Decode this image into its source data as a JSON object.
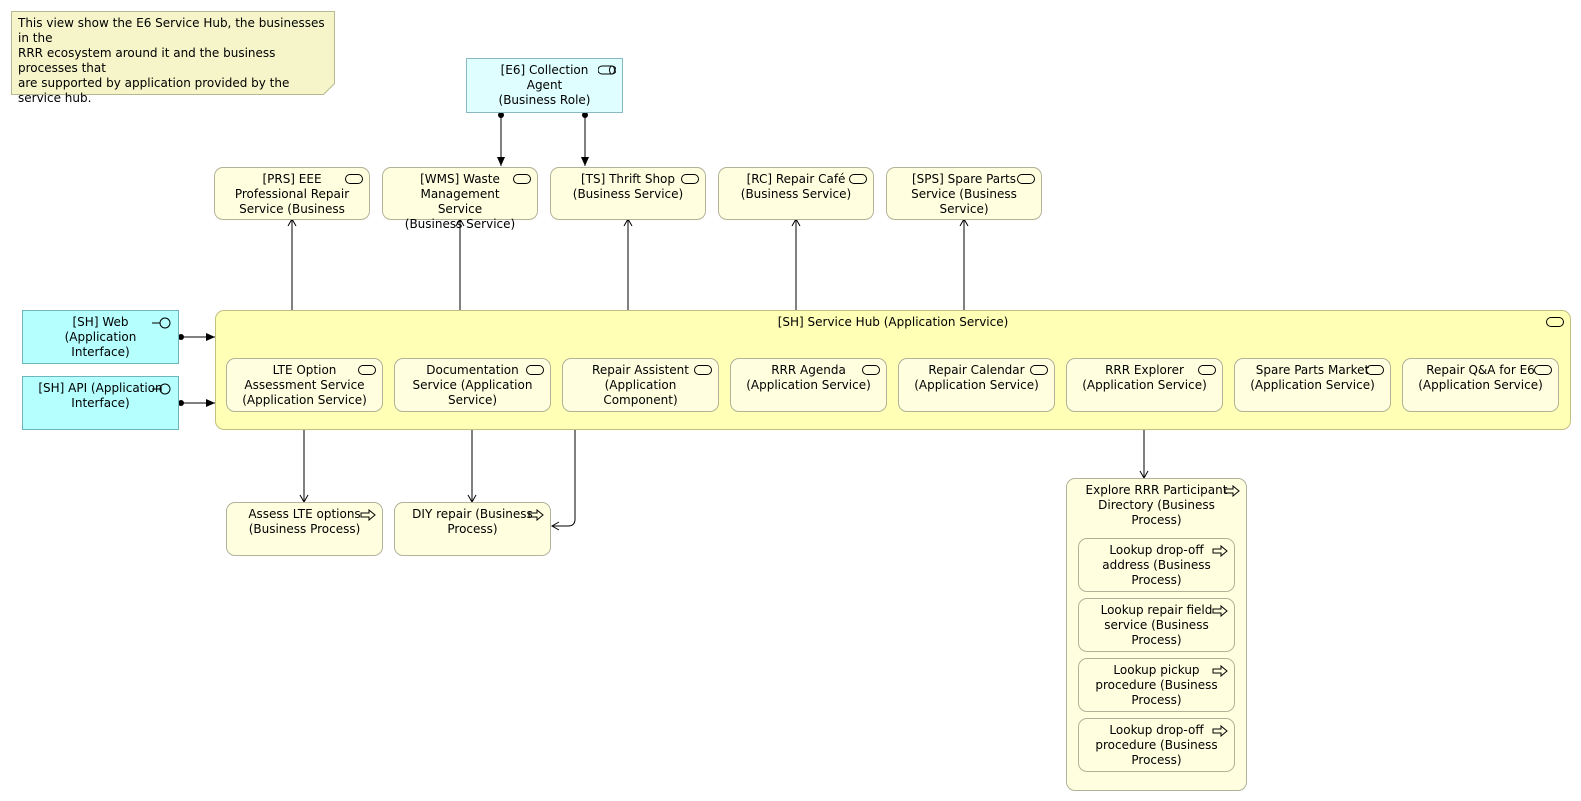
{
  "note": {
    "text": "This view show the E6 Service Hub, the businesses in the\nRRR ecosystem around it and the business processes that\nare supported by application provided by the service hub."
  },
  "role": {
    "label": "[E6] Collection Agent\n(Business Role)",
    "icon": "business-role-icon"
  },
  "business_services": [
    {
      "label": "[PRS] EEE\nProfessional Repair\nService (Business"
    },
    {
      "label": "[WMS] Waste\nManagement Service\n(Business Service)"
    },
    {
      "label": "[TS] Thrift Shop\n(Business Service)"
    },
    {
      "label": "[RC] Repair Café\n(Business Service)"
    },
    {
      "label": "[SPS] Spare Parts\nService (Business\nService)"
    }
  ],
  "interfaces": [
    {
      "label": "[SH] Web\n(Application\nInterface)",
      "icon": "application-interface-icon"
    },
    {
      "label": "[SH] API (Application\nInterface)",
      "icon": "application-interface-icon"
    }
  ],
  "hub": {
    "label": "[SH] Service Hub (Application Service)",
    "icon": "service-icon"
  },
  "app_services": [
    {
      "label": "LTE Option\nAssessment Service\n(Application Service)"
    },
    {
      "label": "Documentation\nService (Application\nService)"
    },
    {
      "label": "Repair Assistent\n(Application\nComponent)"
    },
    {
      "label": "RRR Agenda\n(Application Service)"
    },
    {
      "label": "Repair Calendar\n(Application Service)"
    },
    {
      "label": "RRR Explorer\n(Application Service)"
    },
    {
      "label": "Spare Parts Market\n(Application Service)"
    },
    {
      "label": "Repair Q&A for E6\n(Application Service)"
    }
  ],
  "processes": [
    {
      "label": "Assess LTE options\n(Business Process)"
    },
    {
      "label": "DIY repair (Business\nProcess)"
    }
  ],
  "explore": {
    "label": "Explore RRR Participant\nDirectory (Business\nProcess)",
    "children": [
      {
        "label": "Lookup drop-off\naddress (Business\nProcess)"
      },
      {
        "label": "Lookup repair field\nservice (Business\nProcess)"
      },
      {
        "label": "Lookup pickup\nprocedure (Business\nProcess)"
      },
      {
        "label": "Lookup drop-off\nprocedure (Business\nProcess)"
      }
    ]
  },
  "colors": {
    "business": "#ffffe0",
    "hub": "#ffffb5",
    "interface": "#b5ffff",
    "role": "#dffeff",
    "note": "#f5f5c9"
  }
}
